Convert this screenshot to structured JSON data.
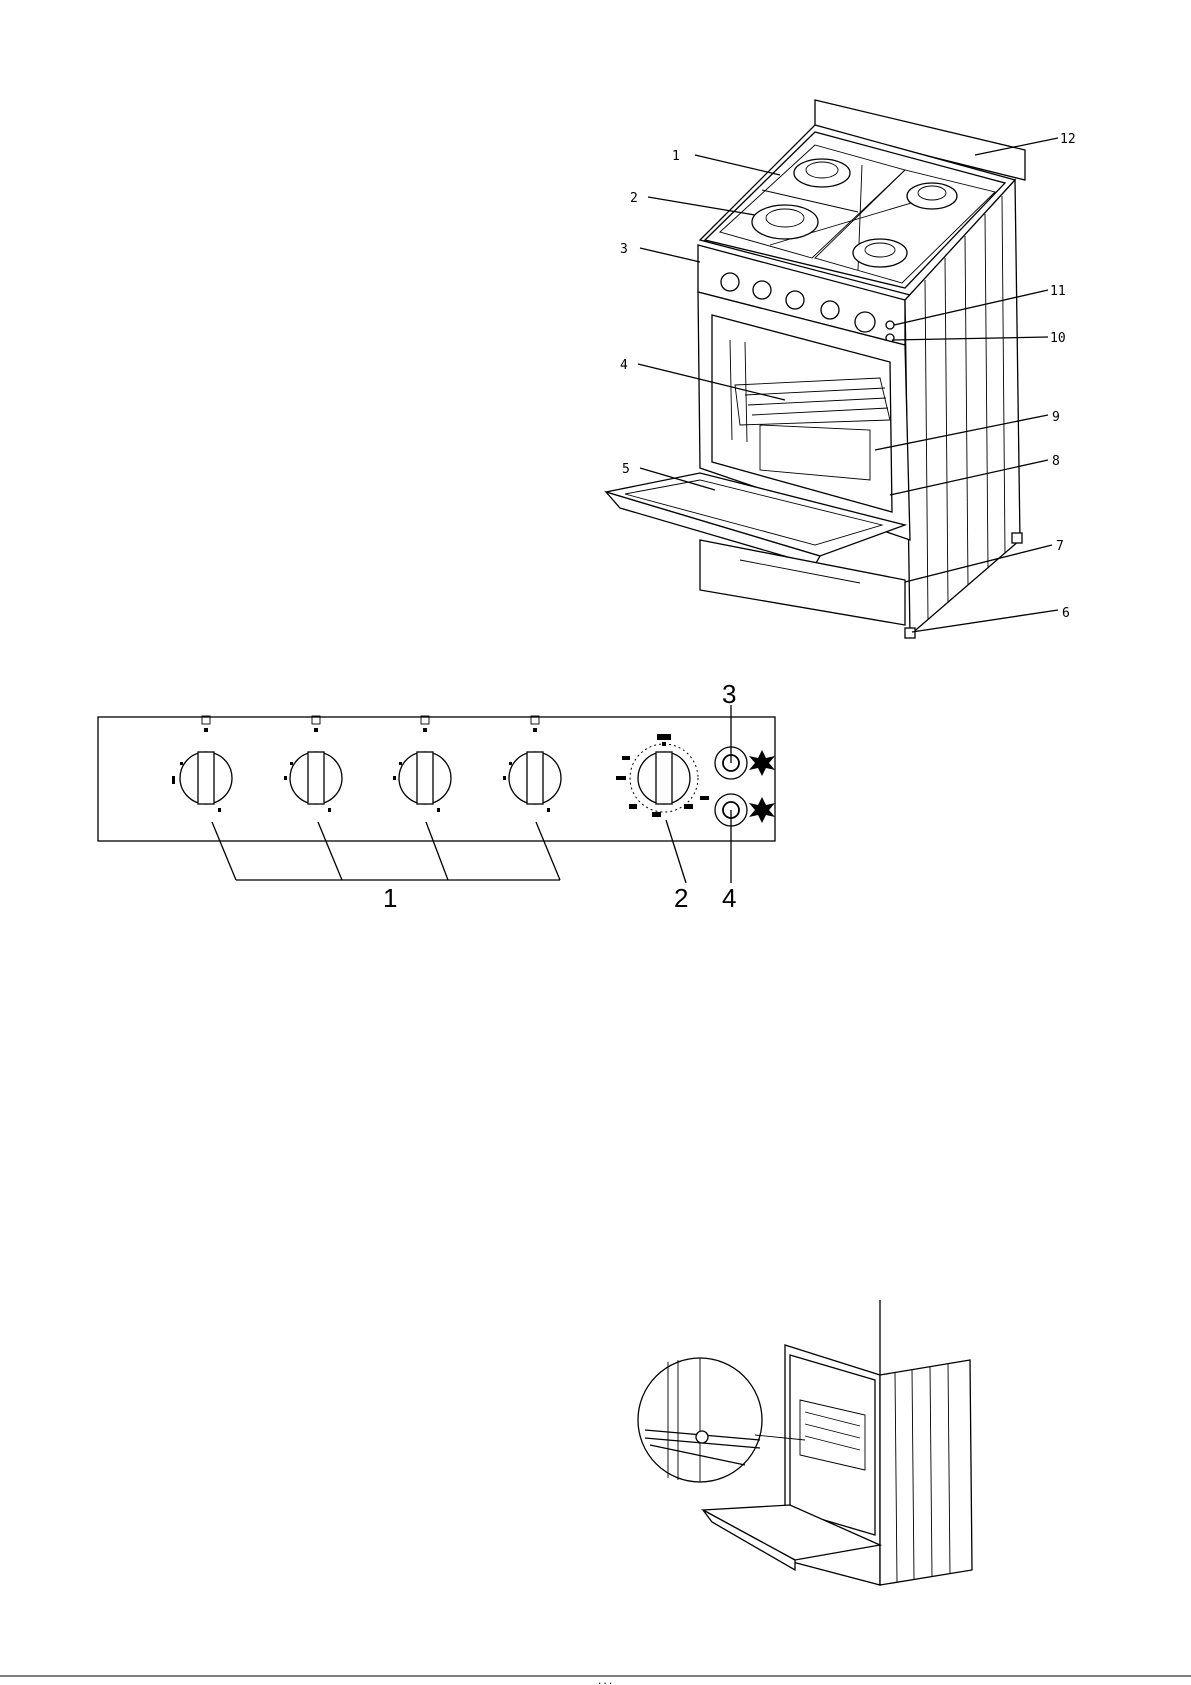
{
  "cooker_diagram": {
    "callouts": [
      "1",
      "2",
      "3",
      "4",
      "5",
      "6",
      "7",
      "8",
      "9",
      "10",
      "11",
      "12"
    ]
  },
  "control_panel": {
    "labels": [
      "1",
      "2",
      "3",
      "4"
    ]
  },
  "footer": {
    "text": "..."
  }
}
